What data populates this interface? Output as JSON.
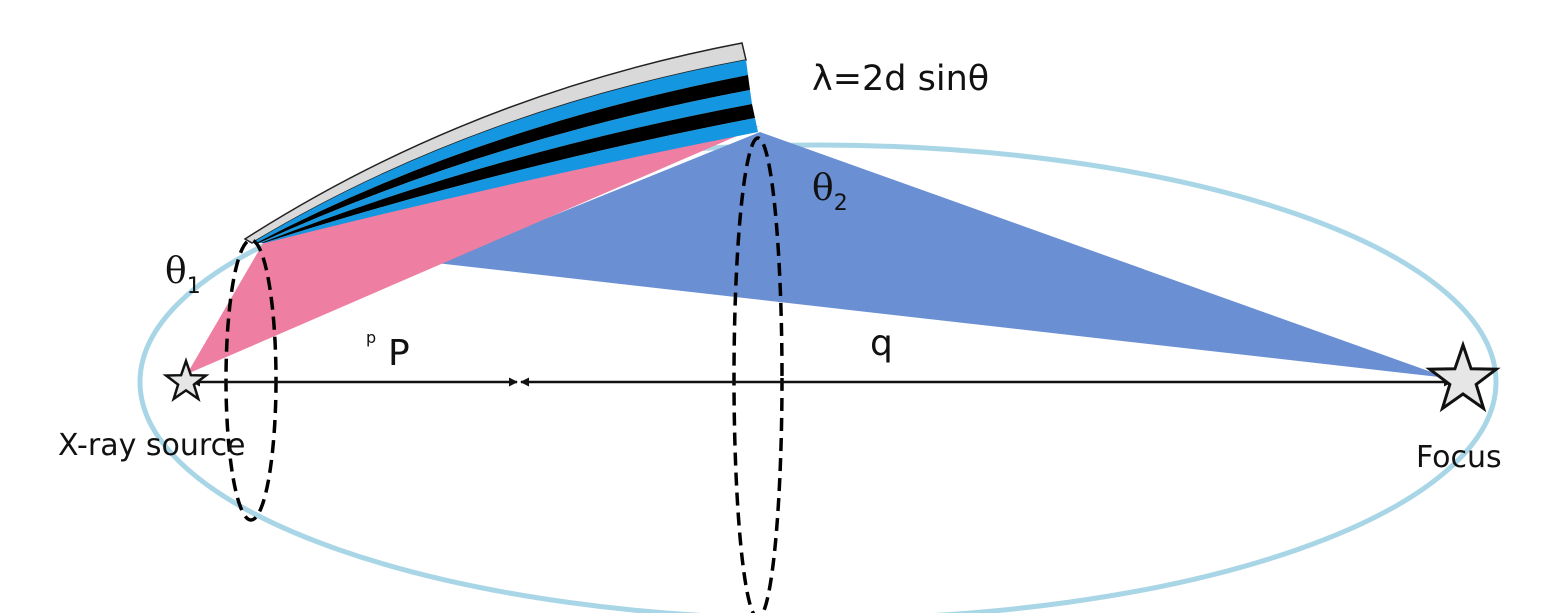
{
  "labels": {
    "bragg": "λ=2d sinθ",
    "theta1": "θ",
    "theta1_sub": "1",
    "theta2": "θ",
    "theta2_sub": "2",
    "p_small": "p",
    "p": "P",
    "q": "q",
    "source": "X-ray source",
    "focus": "Focus"
  },
  "colors": {
    "ellipse": "#a9d6e6",
    "incident_beam": "#ee7fa2",
    "reflected_beam": "#6a8fd3",
    "multilayer_light": "#1496e0",
    "multilayer_dark": "#000000",
    "substrate": "#d9d9d9",
    "star_fill": "#e6e6e6",
    "arrow": "#111111"
  }
}
